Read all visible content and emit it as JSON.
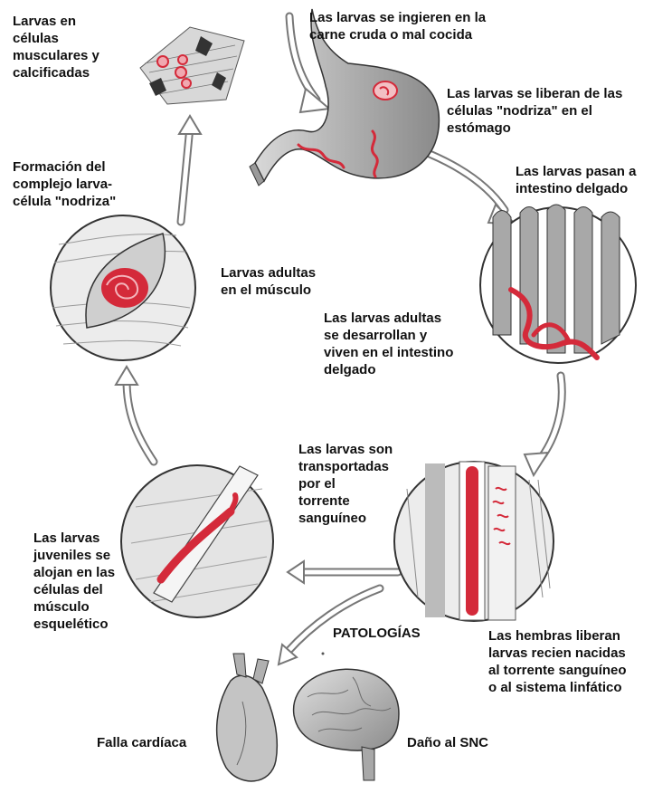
{
  "labels": {
    "ingestion": "Las larvas se ingieren en la\ncarne cruda o mal cocida",
    "stomach_release": "Las larvas se liberan de las\ncélulas \"nodriza\" en el\nestómago",
    "to_intestine": "Las larvas pasan a\nintestino delgado",
    "adults_intestine": "Las larvas adultas\nse desarrollan y\nviven en el intestino\ndelgado",
    "females_release": "Las hembras liberan\nlarvas recien nacidas\nal torrente sanguíneo\no al sistema linfático",
    "bloodstream": "Las larvas son\ntransportadas\npor el\ntorrente\nsanguíneo",
    "juvenile_muscle": "Las larvas\njuveniles se\n alojan en las\ncélulas del\nmúsculo\nesquelético",
    "adults_muscle": "Larvas adultas\nen el músculo",
    "nurse_complex": "Formación del\ncomplejo larva-\ncélula \"nodriza\"",
    "calcified": "Larvas en\ncélulas\nmusculares y\ncalcificadas",
    "pathologies": "PATOLOGÍAS",
    "heart_failure": "Falla cardíaca",
    "cns_damage": "Daño al SNC"
  },
  "colors": {
    "larva_red": "#d42a3a",
    "tissue_gray": "#8a8a8a",
    "outline": "#333333",
    "arrow": "#777777"
  }
}
